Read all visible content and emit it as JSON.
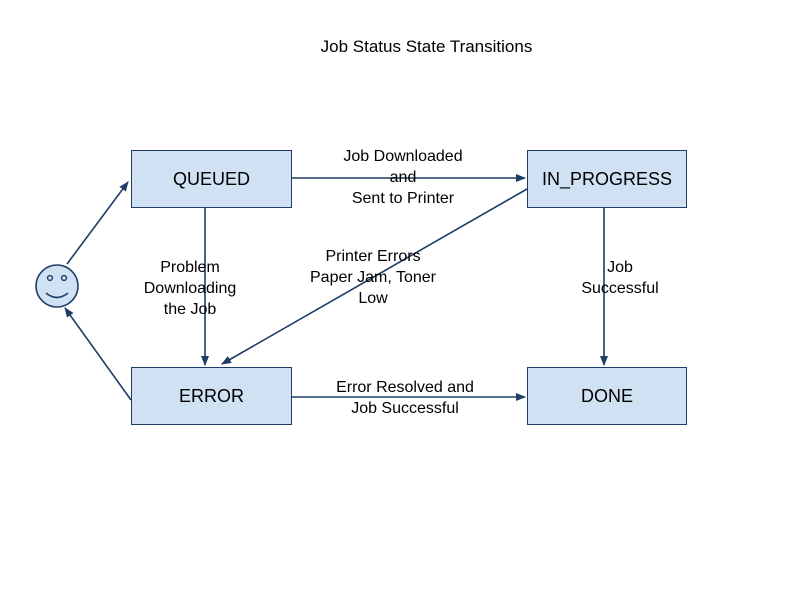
{
  "title": "Job Status State Transitions",
  "colors": {
    "state_fill": "#cfe1f3",
    "state_border": "#1d3d66",
    "arrow": "#1d3d66",
    "face_fill": "#cfe1f3"
  },
  "states": {
    "queued": "QUEUED",
    "in_progress": "IN_PROGRESS",
    "error": "ERROR",
    "done": "DONE"
  },
  "transitions": {
    "downloaded": [
      "Job Downloaded",
      "and",
      "Sent to Printer"
    ],
    "problem": [
      "Problem",
      "Downloading",
      "the Job"
    ],
    "printer_errors": [
      "Printer Errors",
      "Paper Jam, Toner",
      "Low"
    ],
    "job_successful": [
      "Job",
      "Successful"
    ],
    "resolved": [
      "Error Resolved and",
      "Job Successful"
    ]
  },
  "actor_icon": "smiley-face-icon"
}
